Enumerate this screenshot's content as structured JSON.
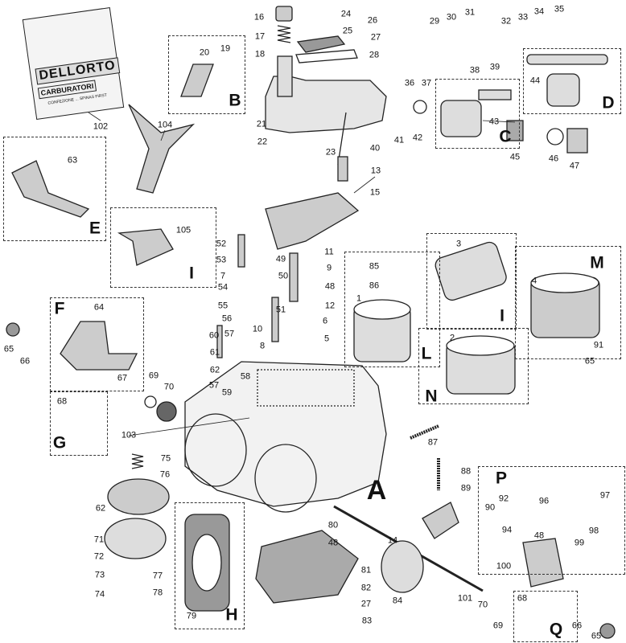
{
  "package": {
    "brand": "DELLORTO",
    "product": "CARBURATORI",
    "small_text": "CONFEZIONE ... SPINAS FIRST"
  },
  "box_letters": {
    "A": "A",
    "B": "B",
    "C": "C",
    "D": "D",
    "E": "E",
    "F": "F",
    "G": "G",
    "H": "H",
    "I1": "I",
    "I2": "I",
    "L": "L",
    "M": "M",
    "N": "N",
    "P": "P",
    "Q": "Q"
  },
  "labels": [
    "16",
    "17",
    "18",
    "20",
    "19",
    "24",
    "26",
    "25",
    "27",
    "28",
    "29",
    "30",
    "31",
    "32",
    "33",
    "34",
    "35",
    "39",
    "38",
    "37",
    "36",
    "42",
    "43",
    "44",
    "45",
    "46",
    "47",
    "21",
    "22",
    "23",
    "40",
    "41",
    "13",
    "15",
    "102",
    "104",
    "63",
    "105",
    "52",
    "53",
    "7",
    "54",
    "55",
    "49",
    "11",
    "50",
    "9",
    "48",
    "51",
    "12",
    "6",
    "10",
    "5",
    "8",
    "56",
    "57",
    "60",
    "61",
    "62",
    "57",
    "58",
    "59",
    "85",
    "86",
    "1",
    "3",
    "4",
    "2",
    "91",
    "65",
    "64",
    "67",
    "65",
    "66",
    "69",
    "70",
    "68",
    "103",
    "87",
    "75",
    "76",
    "62",
    "71",
    "72",
    "77",
    "73",
    "78",
    "74",
    "79",
    "80",
    "48",
    "81",
    "82",
    "27",
    "83",
    "84",
    "88",
    "89",
    "90",
    "14",
    "101",
    "70",
    "69",
    "92",
    "96",
    "97",
    "98",
    "94",
    "48",
    "99",
    "100",
    "68",
    "66",
    "65"
  ],
  "colors": {
    "line": "#222222",
    "shade": "#bbbbbb"
  }
}
